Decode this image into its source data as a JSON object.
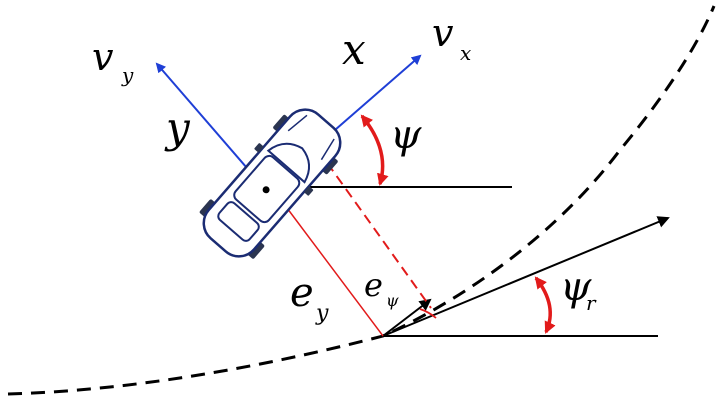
{
  "labels": {
    "vy": {
      "main": "v",
      "sub": "y"
    },
    "vx": {
      "main": "v",
      "sub": "x"
    },
    "x_axis": "x",
    "y_axis": "y",
    "psi": "ψ",
    "ey": {
      "main": "e",
      "sub": "y"
    },
    "epsi": {
      "main": "e",
      "sub": "ψ"
    },
    "psi_r": {
      "main": "ψ",
      "sub": "r"
    }
  },
  "colors": {
    "body_axes": "#1f3fd6",
    "error_lines": "#e21b1b",
    "angle_arc": "#e21b1b",
    "road": "#000000",
    "car_outline": "#1b2c73",
    "car_fill": "#ffffff"
  },
  "icons": {
    "vehicle": "car-top-view-icon"
  }
}
